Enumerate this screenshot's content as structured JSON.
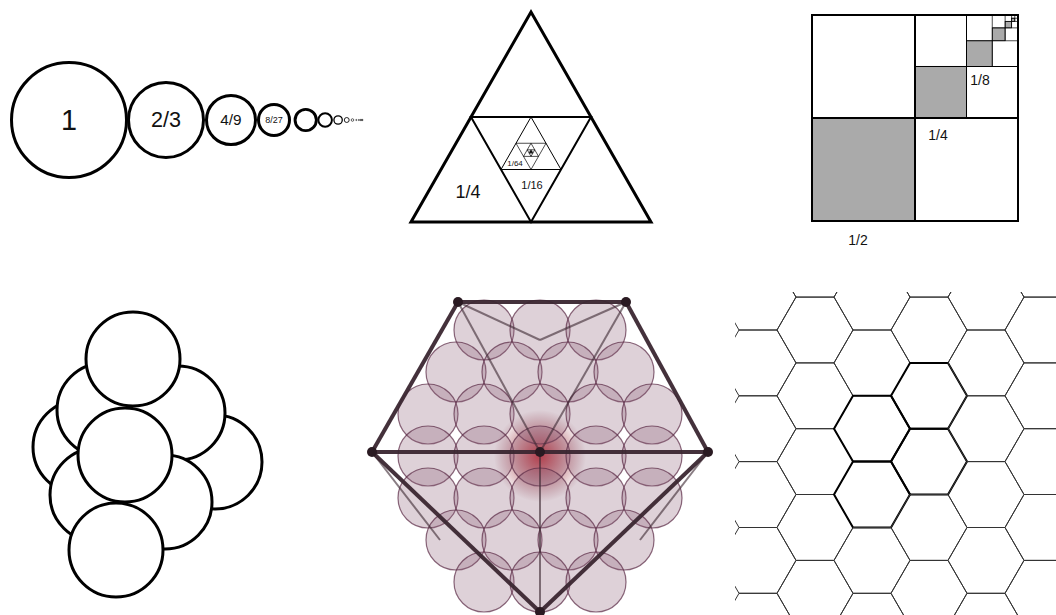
{
  "diagram": {
    "nodes": [
      {
        "text": [
          "1"
        ]
      },
      {
        "text": [
          "2/3"
        ]
      },
      {
        "text": [
          "4/9"
        ]
      },
      {
        "text": [
          "8/27"
        ]
      }
    ],
    "labels": [
      "1/4",
      "1/64",
      "1/16",
      "1/8",
      "1/4",
      "1/2"
    ]
  }
}
